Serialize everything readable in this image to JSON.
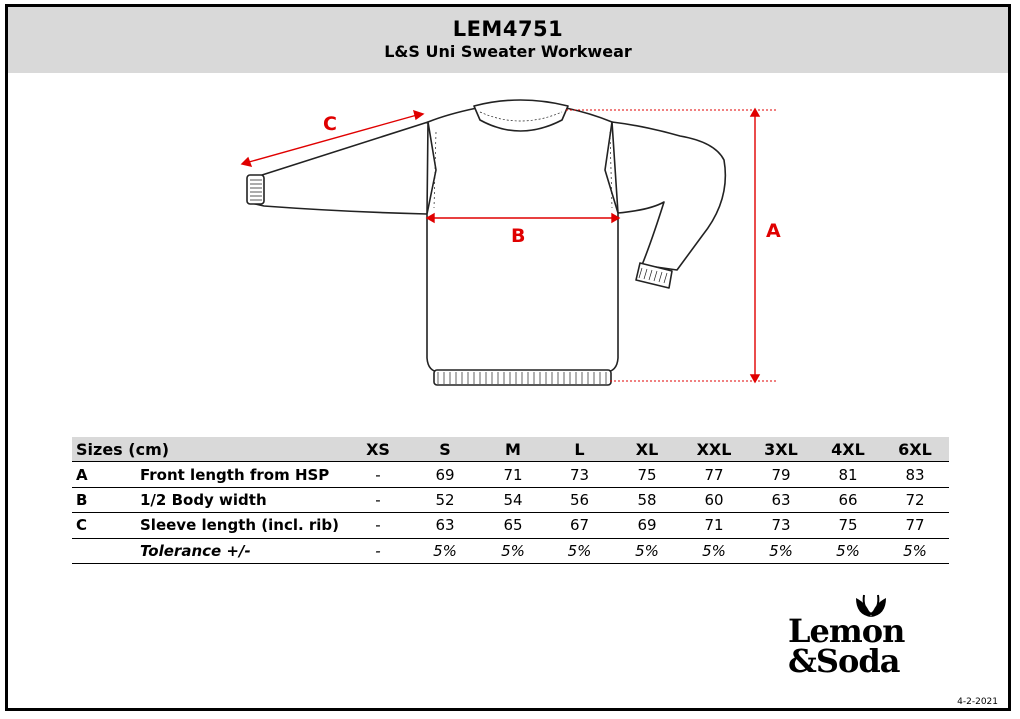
{
  "header": {
    "code": "LEM4751",
    "name": "L&S Uni Sweater Workwear"
  },
  "diagram": {
    "label_a": "A",
    "label_b": "B",
    "label_c": "C",
    "accent": "#e00000"
  },
  "table": {
    "header_label": "Sizes (cm)",
    "sizes": [
      "XS",
      "S",
      "M",
      "L",
      "XL",
      "XXL",
      "3XL",
      "4XL",
      "6XL"
    ],
    "rows": [
      {
        "code": "A",
        "label": "Front length from HSP",
        "values": [
          "-",
          "69",
          "71",
          "73",
          "75",
          "77",
          "79",
          "81",
          "83"
        ]
      },
      {
        "code": "B",
        "label": "1/2 Body width",
        "values": [
          "-",
          "52",
          "54",
          "56",
          "58",
          "60",
          "63",
          "66",
          "72"
        ]
      },
      {
        "code": "C",
        "label": "Sleeve length (incl. rib)",
        "values": [
          "-",
          "63",
          "65",
          "67",
          "69",
          "71",
          "73",
          "75",
          "77"
        ]
      },
      {
        "code": "",
        "label": "Tolerance +/-",
        "values": [
          "-",
          "5%",
          "5%",
          "5%",
          "5%",
          "5%",
          "5%",
          "5%",
          "5%"
        ]
      }
    ]
  },
  "logo": {
    "line1": "Lemon",
    "line2": "&Soda"
  },
  "footer": {
    "date": "4-2-2021"
  }
}
